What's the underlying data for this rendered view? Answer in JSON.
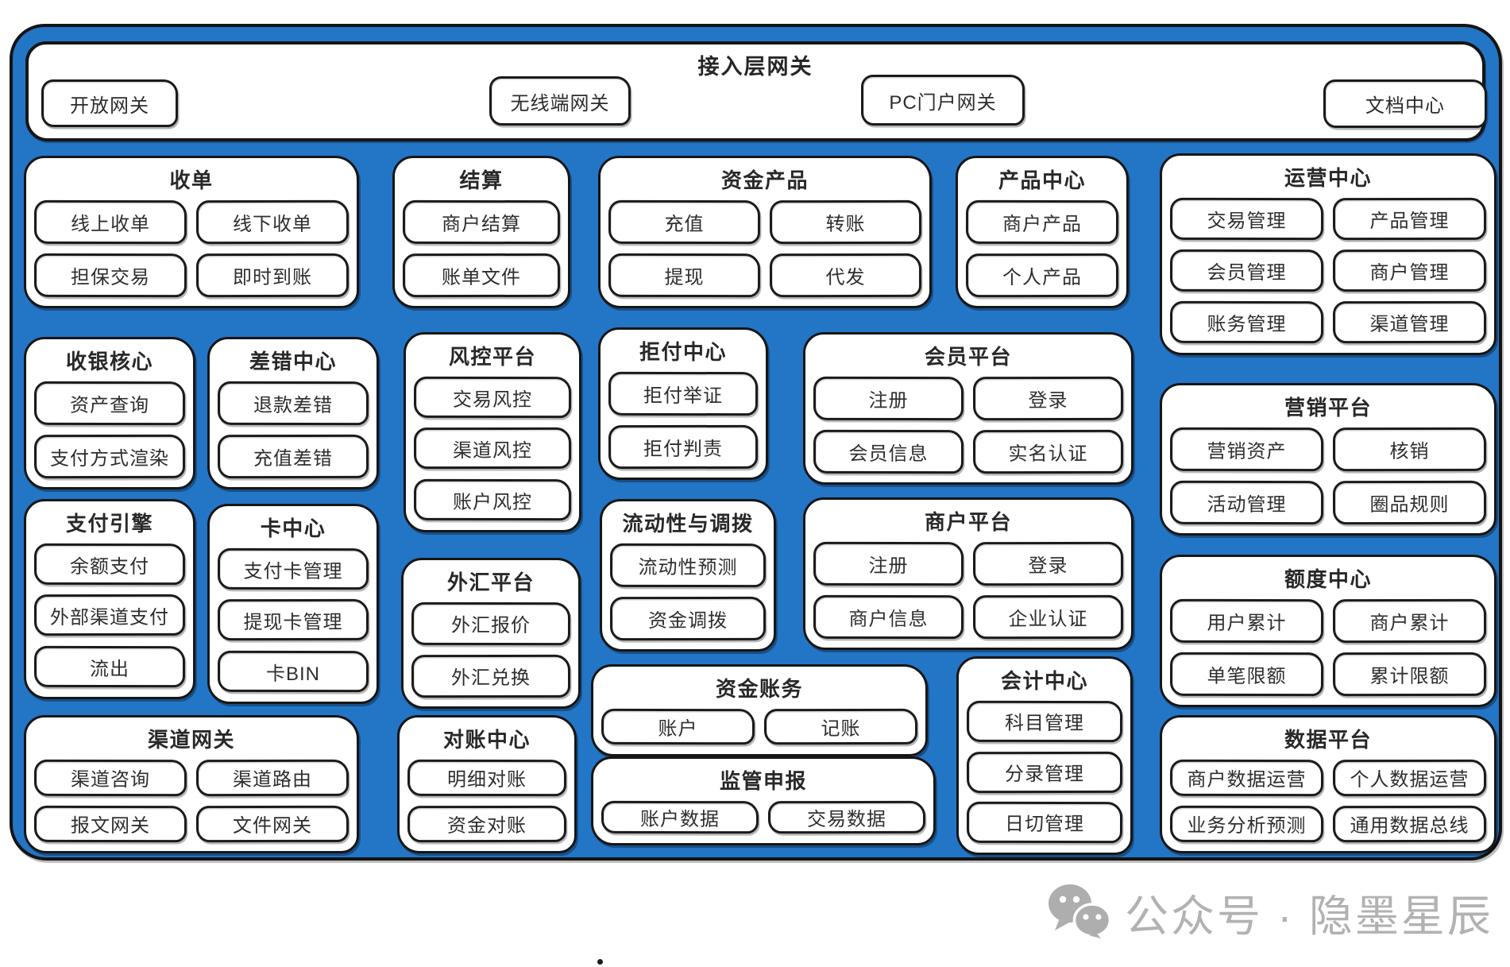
{
  "colors": {
    "board_blue": "#2375c6",
    "stroke": "#161616",
    "text": "#2c2c2c",
    "watermark_gray": "#b2b2b2"
  },
  "top_bar": {
    "title": "接入层网关",
    "items": [
      {
        "label": "开放网关"
      },
      {
        "label": "无线端网关"
      },
      {
        "label": "PC门户网关"
      },
      {
        "label": "文档中心"
      }
    ]
  },
  "groups": [
    {
      "title": "收单",
      "items": [
        "线上收单",
        "线下收单",
        "担保交易",
        "即时到账"
      ]
    },
    {
      "title": "结算",
      "items": [
        "商户结算",
        "账单文件"
      ]
    },
    {
      "title": "资金产品",
      "items": [
        "充值",
        "转账",
        "提现",
        "代发"
      ]
    },
    {
      "title": "产品中心",
      "items": [
        "商户产品",
        "个人产品"
      ]
    },
    {
      "title": "运营中心",
      "items": [
        "交易管理",
        "产品管理",
        "会员管理",
        "商户管理",
        "账务管理",
        "渠道管理"
      ]
    },
    {
      "title": "收银核心",
      "items": [
        "资产查询",
        "支付方式渲染"
      ]
    },
    {
      "title": "差错中心",
      "items": [
        "退款差错",
        "充值差错"
      ]
    },
    {
      "title": "风控平台",
      "items": [
        "交易风控",
        "渠道风控",
        "账户风控"
      ]
    },
    {
      "title": "拒付中心",
      "items": [
        "拒付举证",
        "拒付判责"
      ]
    },
    {
      "title": "会员平台",
      "items": [
        "注册",
        "登录",
        "会员信息",
        "实名认证"
      ]
    },
    {
      "title": "营销平台",
      "items": [
        "营销资产",
        "核销",
        "活动管理",
        "圈品规则"
      ]
    },
    {
      "title": "支付引擎",
      "items": [
        "余额支付",
        "外部渠道支付",
        "流出"
      ]
    },
    {
      "title": "卡中心",
      "items": [
        "支付卡管理",
        "提现卡管理",
        "卡BIN"
      ]
    },
    {
      "title": "外汇平台",
      "items": [
        "外汇报价",
        "外汇兑换"
      ]
    },
    {
      "title": "流动性与调拨",
      "items": [
        "流动性预测",
        "资金调拨"
      ]
    },
    {
      "title": "商户平台",
      "items": [
        "注册",
        "登录",
        "商户信息",
        "企业认证"
      ]
    },
    {
      "title": "额度中心",
      "items": [
        "用户累计",
        "商户累计",
        "单笔限额",
        "累计限额"
      ]
    },
    {
      "title": "渠道网关",
      "items": [
        "渠道咨询",
        "渠道路由",
        "报文网关",
        "文件网关"
      ]
    },
    {
      "title": "对账中心",
      "items": [
        "明细对账",
        "资金对账"
      ]
    },
    {
      "title": "资金账务",
      "items": [
        "账户",
        "记账"
      ]
    },
    {
      "title": "监管申报",
      "items": [
        "账户数据",
        "交易数据"
      ]
    },
    {
      "title": "会计中心",
      "items": [
        "科目管理",
        "分录管理",
        "日切管理"
      ]
    },
    {
      "title": "数据平台",
      "items": [
        "商户数据运营",
        "个人数据运营",
        "业务分析预测",
        "通用数据总线"
      ]
    }
  ],
  "watermark": {
    "icon": "wechat-icon",
    "text": "公众号 · 隐墨星辰"
  }
}
